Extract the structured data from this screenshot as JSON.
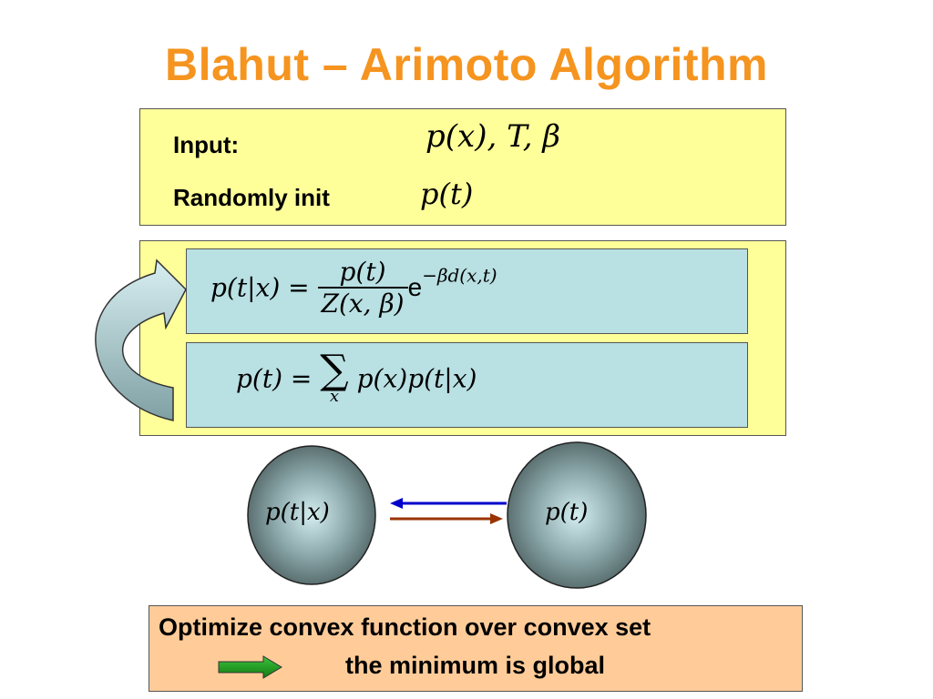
{
  "title": "Blahut – Arimoto Algorithm",
  "input_box": {
    "input_label": "Input:",
    "input_formula": "p(x),  T,  β",
    "init_label": "Randomly init",
    "init_formula": "p(t)"
  },
  "loop_box": {
    "eq1": {
      "lhs": "p(t|x) =",
      "numerator": "p(t)",
      "denominator": "Z(x, β)",
      "exp_base": "e",
      "exponent": "−βd(x,t)"
    },
    "eq2": {
      "lhs": "p(t) =",
      "sum_symbol": "∑",
      "sum_index": "x",
      "rhs": "p(x)p(t|x)"
    }
  },
  "diagram": {
    "left_node": "p(t|x)",
    "right_node": "p(t)",
    "colors": {
      "top_arrow": "#0000cc",
      "bottom_arrow": "#993300"
    }
  },
  "conclusion": {
    "line1": "Optimize convex function over convex set",
    "line2": "the minimum is global"
  },
  "colors": {
    "title": "#f5941f",
    "yellow_box": "#ffff99",
    "blue_box": "#b9e0e3",
    "orange_box": "#ffcc99",
    "green_arrow": "#1a9a1a"
  }
}
